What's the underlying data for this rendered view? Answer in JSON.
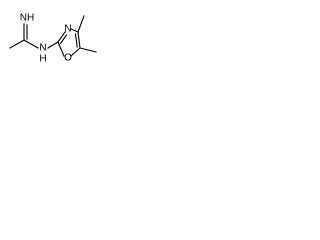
{
  "structure": {
    "atoms": {
      "imine_nh": "NH",
      "amine_nh": "N",
      "amine_h": "H",
      "ring_n": "N",
      "ring_o": "O"
    }
  },
  "colors": {
    "background": "#ffffff",
    "ink": "#000000"
  }
}
